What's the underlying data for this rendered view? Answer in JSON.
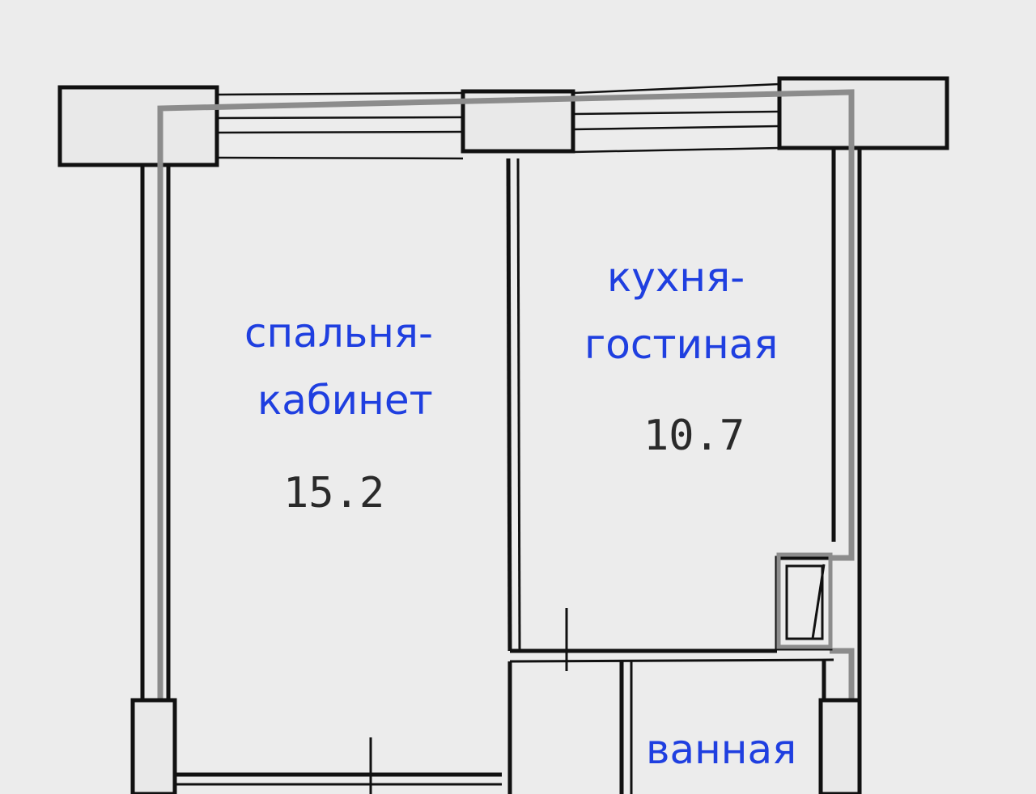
{
  "rooms": {
    "bedroom": {
      "line1": "спальня-",
      "line2": "кабинет",
      "area": "15.2"
    },
    "kitchen": {
      "line1": "кухня-",
      "line2": "гостиная",
      "area": "10.7"
    },
    "bathroom": {
      "label": "ванная"
    }
  },
  "colors": {
    "label": "#1f3fe0",
    "wall": "#111111",
    "inner_outline": "#8c8c8c",
    "background": "#ececec"
  }
}
